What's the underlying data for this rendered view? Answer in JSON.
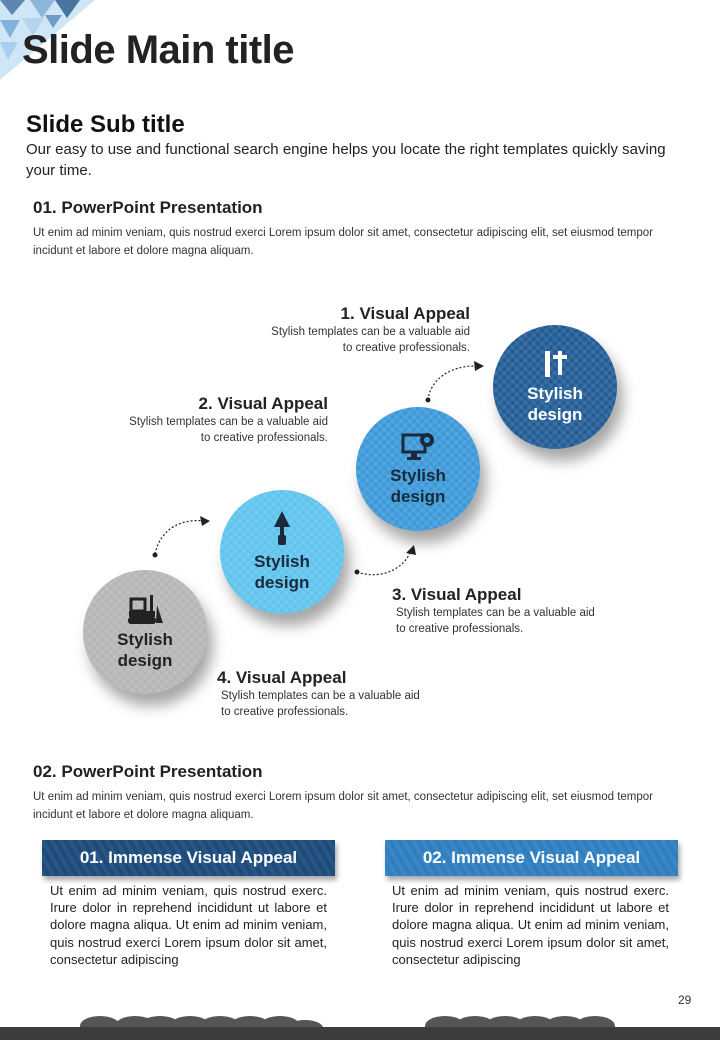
{
  "header": {
    "main_title": "Slide Main title",
    "sub_title": "Slide Sub title",
    "intro": "Our easy to use and functional search engine helps you locate the right templates quickly saving your time."
  },
  "section1": {
    "heading": "01. PowerPoint Presentation",
    "text": "Ut enim ad minim veniam, quis nostrud exerci  Lorem ipsum dolor sit amet, consectetur adipiscing elit, set eiusmod tempor incidunt et labore et dolore magna aliquam."
  },
  "steps": [
    {
      "title": "1. Visual Appeal",
      "line1": "Stylish templates can be a valuable aid",
      "line2": "to creative professionals.",
      "circle_label1": "Stylish",
      "circle_label2": "design",
      "icon": "ruler-pencil-icon",
      "color": "#1f5a94"
    },
    {
      "title": "2. Visual Appeal",
      "line1": "Stylish templates can be a valuable aid",
      "line2": "to creative professionals.",
      "circle_label1": "Stylish",
      "circle_label2": "design",
      "icon": "monitor-gear-icon",
      "color": "#3a98d8"
    },
    {
      "title": "3. Visual Appeal",
      "line1": "Stylish templates can be a valuable aid",
      "line2": "to creative professionals.",
      "circle_label1": "Stylish",
      "circle_label2": "design",
      "icon": "trowel-icon",
      "color": "#5ec3ee"
    },
    {
      "title": "4. Visual Appeal",
      "line1": "Stylish templates can be a valuable aid",
      "line2": "to creative professionals.",
      "circle_label1": "Stylish",
      "circle_label2": "design",
      "icon": "bulldozer-icon",
      "color": "#b5b5b5"
    }
  ],
  "section2": {
    "heading": "02. PowerPoint Presentation",
    "text": "Ut enim ad minim veniam, quis nostrud exerci  Lorem ipsum dolor sit amet, consectetur adipiscing elit, set eiusmod tempor incidunt et labore et dolore magna aliquam."
  },
  "boxes": [
    {
      "title": "01. Immense Visual Appeal",
      "text": "Ut enim ad minim veniam, quis nostrud exerc. Irure dolor in reprehend incididunt ut labore et dolore magna aliqua. Ut enim ad minim veniam, quis nostrud exerci  Lorem ipsum dolor sit amet, consectetur adipiscing",
      "color": "#1d4b7c"
    },
    {
      "title": "02. Immense Visual Appeal",
      "text": "Ut enim ad minim veniam, quis nostrud exerc. Irure dolor in reprehend incididunt ut labore et dolore magna aliqua. Ut enim ad minim veniam, quis nostrud exerci  Lorem ipsum dolor sit amet, consectetur adipiscing",
      "color": "#2f7fc0"
    }
  ],
  "page_number": "29"
}
